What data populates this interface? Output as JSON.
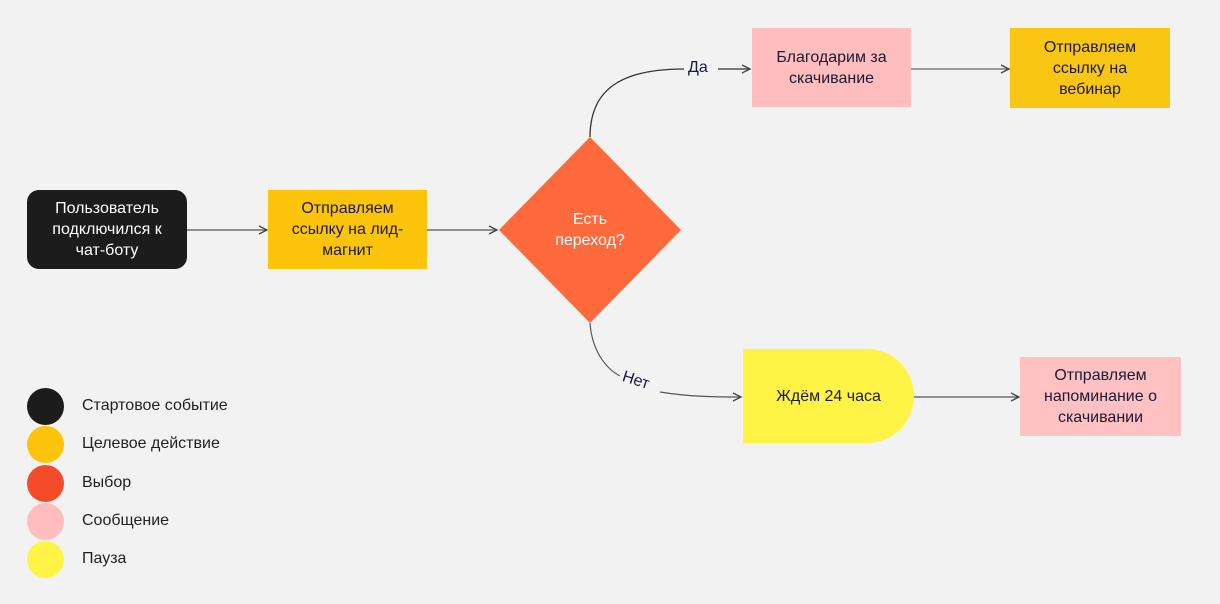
{
  "nodes": {
    "start": {
      "text": "Пользователь подключился к чат-боту",
      "color": "#1c1c1c"
    },
    "lead_magnet": {
      "text": "Отправляем ссылку на лид-магнит",
      "color": "#fcc40a"
    },
    "decision": {
      "text": "Есть переход?",
      "color": "#ff6a3d"
    },
    "thanks": {
      "text": "Благодарим за скачивание",
      "color": "#ffbdbd"
    },
    "webinar": {
      "text": "Отправляем ссылку на вебинар",
      "color": "#f9c614"
    },
    "wait": {
      "text": "Ждём 24 часа",
      "color": "#fff345"
    },
    "reminder": {
      "text": "Отправляем напоминание о скачивании",
      "color": "#ffc1c1"
    }
  },
  "edges": {
    "yes_label": "Да",
    "no_label": "Нет"
  },
  "legend": [
    {
      "label": "Стартовое событие",
      "color": "#1c1c1c"
    },
    {
      "label": "Целевое действие",
      "color": "#fcc40a"
    },
    {
      "label": "Выбор",
      "color": "#f44b2a"
    },
    {
      "label": "Сообщение",
      "color": "#ffbdbd"
    },
    {
      "label": "Пауза",
      "color": "#fff345"
    }
  ]
}
